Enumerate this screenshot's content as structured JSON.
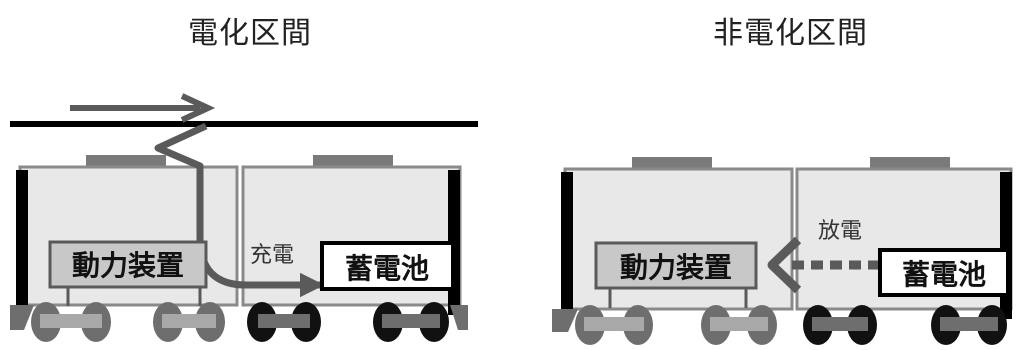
{
  "left_panel": {
    "title": "電化区間",
    "engine_label": "動力装置",
    "battery_label": "蓄電池",
    "flow_label": "充電"
  },
  "right_panel": {
    "title": "非電化区間",
    "engine_label": "動力装置",
    "battery_label": "蓄電池",
    "flow_label": "放電"
  },
  "colors": {
    "car_body": "#e8e8e8",
    "car_outline": "#8a8a8a",
    "roof_pad": "#7a7a7a",
    "box_fill": "#c8c8c8",
    "battery_fill": "#ffffff",
    "arrow": "#5a5a5a",
    "wire": "#000000",
    "wheel_dark": "#111111",
    "wheel_gray": "#6e6e6e"
  }
}
